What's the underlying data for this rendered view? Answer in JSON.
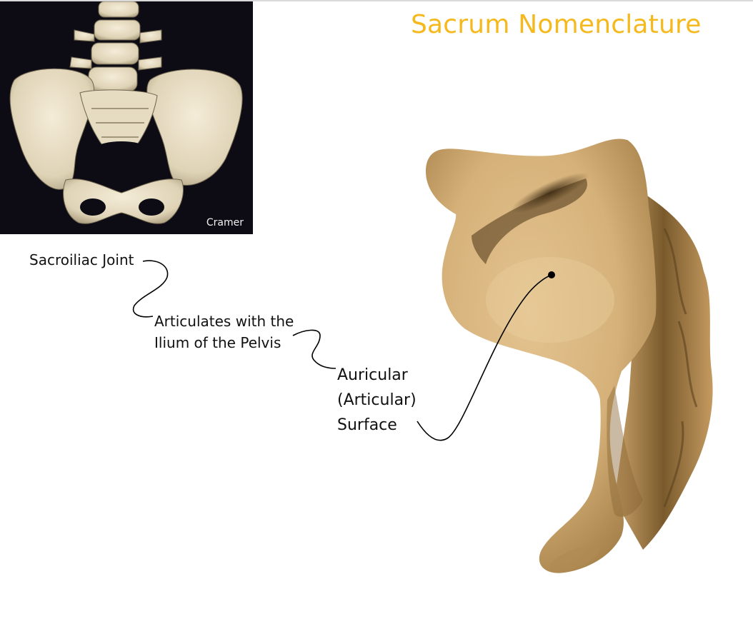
{
  "title": "Sacrum Nomenclature",
  "photo": {
    "credit": "Cramer"
  },
  "labels": {
    "sacroiliac": "Sacroiliac Joint",
    "articulates_line1": "Articulates with the",
    "articulates_line2": "Ilium of the Pelvis",
    "auricular_line1": "Auricular",
    "auricular_line2": "(Articular)",
    "auricular_line3": "Surface"
  },
  "colors": {
    "title": "#f5b91e",
    "bone": "#d9b57e",
    "photo_background": "#0d0c14"
  }
}
